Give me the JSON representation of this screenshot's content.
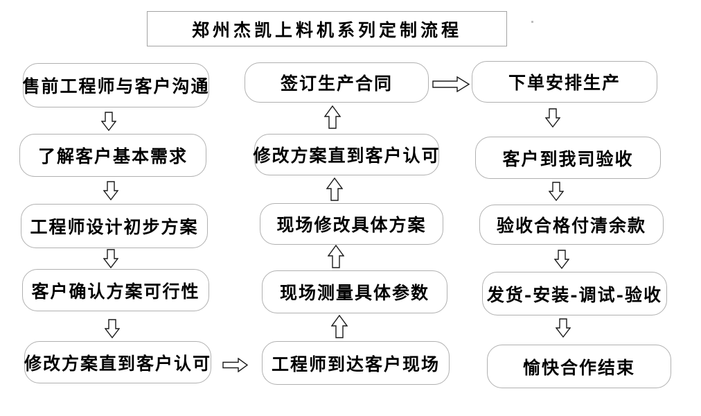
{
  "title": {
    "text": "郑州杰凯上料机系列定制流程"
  },
  "flow": {
    "columns": [
      {
        "name": "left",
        "direction": "down",
        "steps": [
          "售前工程师与客户沟通",
          "了解客户基本需求",
          "工程师设计初步方案",
          "客户确认方案可行性",
          "修改方案直到客户认可"
        ]
      },
      {
        "name": "middle",
        "direction": "up",
        "steps": [
          "签订生产合同",
          "修改方案直到客户认可",
          "现场修改具体方案",
          "现场测量具体参数",
          "工程师到达客户现场"
        ]
      },
      {
        "name": "right",
        "direction": "down",
        "steps": [
          "下单安排生产",
          "客户到我司验收",
          "验收合格付清余款",
          "发货-安装-调试-验收",
          "愉快合作结束"
        ]
      }
    ],
    "connectors": [
      "left-column: hollow down arrows between each step",
      "left step 5 -> middle step 5: hollow right arrow",
      "middle-column: hollow up arrows between each step (flow bottom to top)",
      "middle step 1 -> right step 1: hollow right arrow",
      "right-column: hollow down arrows between each step"
    ]
  },
  "icons": {
    "down_arrow": "hollow-down-block-arrow",
    "up_arrow": "hollow-up-block-arrow",
    "right_arrow": "hollow-right-block-arrow"
  },
  "colors": {
    "background": "#ffffff",
    "box_border": "#b0b0b0",
    "title_border": "#a3a3a3",
    "text": "#000000",
    "arrow_outline": "#1a1a1a"
  }
}
